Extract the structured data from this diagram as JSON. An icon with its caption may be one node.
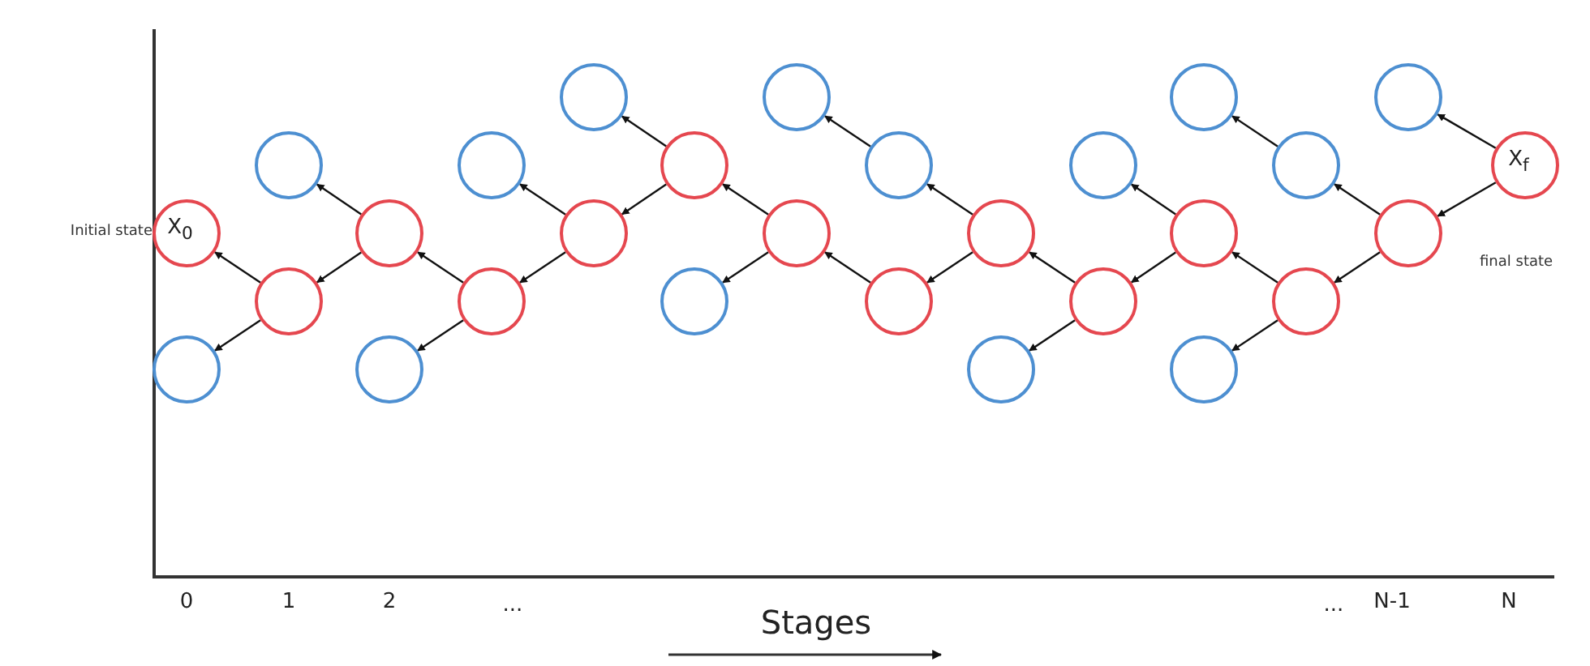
{
  "diagram": {
    "nodes": [
      {
        "text": [
          "X$_{0}$"
        ],
        "beside": [
          "Initial state"
        ]
      },
      {
        "text": [],
        "shape": "circle"
      },
      {
        "text": [],
        "shape": "circle"
      },
      {
        "text": [],
        "shape": "circle"
      },
      {
        "text": [],
        "shape": "circle"
      },
      {
        "text": [],
        "shape": "circle"
      },
      {
        "text": [],
        "shape": "circle"
      },
      {
        "text": [],
        "shape": "circle"
      },
      {
        "text": [],
        "shape": "circle"
      },
      {
        "text": [],
        "shape": "circle"
      },
      {
        "text": [],
        "shape": "circle"
      },
      {
        "text": [],
        "shape": "circle"
      },
      {
        "text": [],
        "shape": "circle"
      },
      {
        "text": [
          "X$_{f}$"
        ],
        "beside": [
          "final state"
        ]
      },
      {
        "text": [],
        "shape": "circle"
      },
      {
        "text": [],
        "shape": "circle"
      },
      {
        "text": [],
        "shape": "circle"
      },
      {
        "text": [],
        "shape": "circle"
      },
      {
        "text": [],
        "shape": "circle"
      },
      {
        "text": [],
        "shape": "circle"
      },
      {
        "text": [],
        "shape": "circle"
      },
      {
        "text": [],
        "shape": "circle"
      },
      {
        "text": [],
        "shape": "circle"
      },
      {
        "text": [],
        "shape": "circle"
      },
      {
        "text": [],
        "shape": "circle"
      },
      {
        "text": [],
        "shape": "circle"
      },
      {
        "text": [],
        "shape": "circle"
      },
      {
        "text": [],
        "shape": "circle"
      }
    ],
    "edges": [
      {
        "from": 1,
        "to": 0,
        "arrow": "to"
      },
      {
        "from": 1,
        "to": 14,
        "arrow": "to"
      },
      {
        "from": 2,
        "to": 1,
        "arrow": "to"
      },
      {
        "from": 2,
        "to": 15,
        "arrow": "to"
      },
      {
        "from": 3,
        "to": 2,
        "arrow": "to"
      },
      {
        "from": 3,
        "to": 16,
        "arrow": "to"
      },
      {
        "from": 4,
        "to": 3,
        "arrow": "to"
      },
      {
        "from": 4,
        "to": 17,
        "arrow": "to"
      },
      {
        "from": 5,
        "to": 4,
        "arrow": "to"
      },
      {
        "from": 5,
        "to": 18,
        "arrow": "to"
      },
      {
        "from": 6,
        "to": 5,
        "arrow": "to"
      },
      {
        "from": 6,
        "to": 19,
        "arrow": "to"
      },
      {
        "from": 7,
        "to": 6,
        "arrow": "to"
      },
      {
        "from": 8,
        "to": 7,
        "arrow": "to"
      },
      {
        "from": 8,
        "to": 21,
        "arrow": "to"
      },
      {
        "from": 21,
        "to": 20,
        "arrow": "to"
      },
      {
        "from": 9,
        "to": 8,
        "arrow": "to"
      },
      {
        "from": 9,
        "to": 22,
        "arrow": "to"
      },
      {
        "from": 10,
        "to": 9,
        "arrow": "to"
      },
      {
        "from": 10,
        "to": 23,
        "arrow": "to"
      },
      {
        "from": 11,
        "to": 10,
        "arrow": "to"
      },
      {
        "from": 11,
        "to": 25,
        "arrow": "to"
      },
      {
        "from": 12,
        "to": 11,
        "arrow": "to"
      },
      {
        "from": 12,
        "to": 26,
        "arrow": "to"
      },
      {
        "from": 26,
        "to": 24,
        "arrow": "to"
      },
      {
        "from": 13,
        "to": 12,
        "arrow": "to"
      },
      {
        "from": 13,
        "to": 27,
        "arrow": "to"
      }
    ],
    "labels": [
      "0",
      "1",
      "2",
      "...",
      "...",
      "N-1",
      "N",
      "Stages"
    ]
  }
}
